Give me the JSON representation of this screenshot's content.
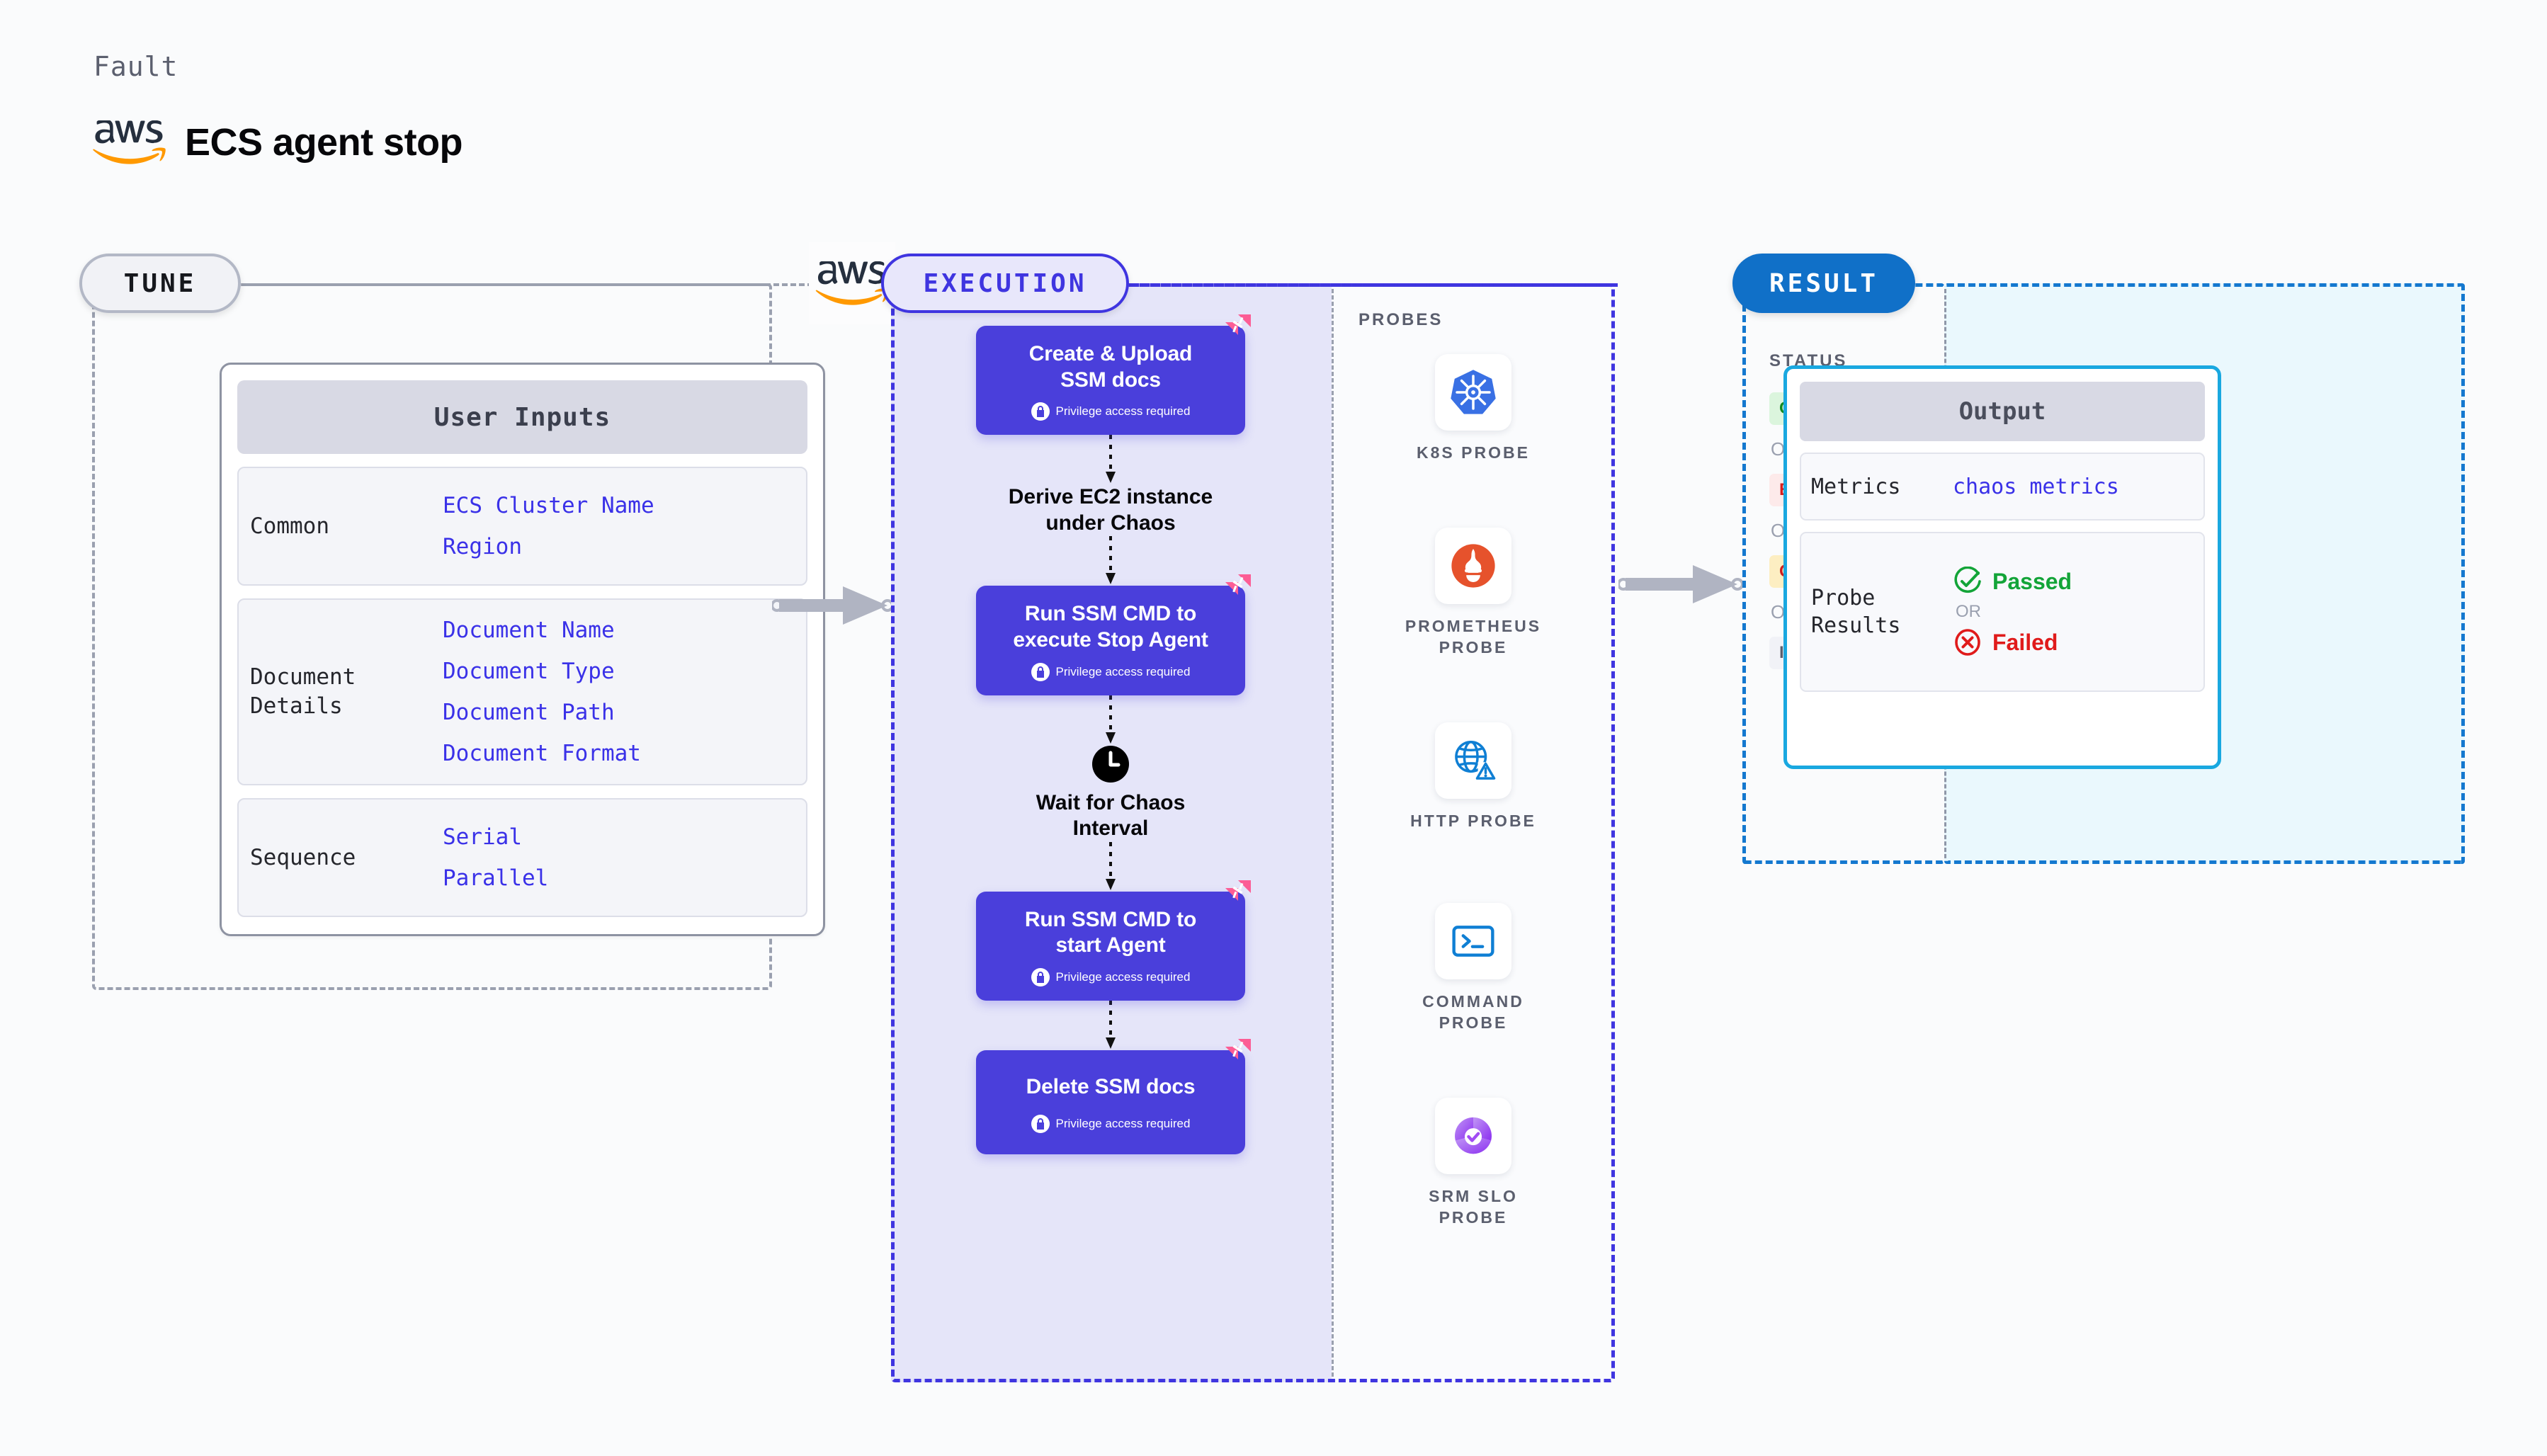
{
  "header": {
    "fault_label": "Fault",
    "provider_icon": "aws-logo",
    "title": "ECS agent stop"
  },
  "tune": {
    "badge": "TUNE",
    "provider_icon": "aws-logo",
    "user_inputs": {
      "header": "User Inputs",
      "groups": [
        {
          "name": "Common",
          "values": [
            "ECS Cluster Name",
            "Region"
          ]
        },
        {
          "name": "Document\nDetails",
          "values": [
            "Document Name",
            "Document Type",
            "Document Path",
            "Document Format"
          ]
        },
        {
          "name": "Sequence",
          "values": [
            "Serial",
            "Parallel"
          ]
        }
      ]
    }
  },
  "execution": {
    "badge": "EXECUTION",
    "privilege_note": "Privilege access required",
    "steps": [
      {
        "type": "action",
        "title_line1": "Create & Upload",
        "title_line2": "SSM docs",
        "privileged": true,
        "badge_icon": "litmus-logo"
      },
      {
        "type": "plain",
        "icon": "",
        "title_line1": "Derive EC2 instance",
        "title_line2": "under Chaos"
      },
      {
        "type": "action",
        "title_line1": "Run SSM CMD to",
        "title_line2": "execute Stop Agent",
        "privileged": true,
        "badge_icon": "litmus-logo"
      },
      {
        "type": "plain",
        "icon": "clock-icon",
        "title_line1": "Wait for Chaos",
        "title_line2": "Interval"
      },
      {
        "type": "action",
        "title_line1": "Run SSM CMD to",
        "title_line2": "start Agent",
        "privileged": true,
        "badge_icon": "litmus-logo"
      },
      {
        "type": "action",
        "title_line1": "Delete SSM docs",
        "title_line2": "",
        "privileged": true,
        "badge_icon": "litmus-logo"
      }
    ]
  },
  "probes": {
    "label": "PROBES",
    "items": [
      {
        "icon": "kubernetes-icon",
        "name_line1": "K8S  PROBE",
        "name_line2": ""
      },
      {
        "icon": "prometheus-icon",
        "name_line1": "PROMETHEUS",
        "name_line2": "PROBE"
      },
      {
        "icon": "http-globe-icon",
        "name_line1": "HTTP  PROBE",
        "name_line2": ""
      },
      {
        "icon": "terminal-icon",
        "name_line1": "COMMAND",
        "name_line2": "PROBE"
      },
      {
        "icon": "srm-slo-icon",
        "name_line1": "SRM  SLO",
        "name_line2": "PROBE"
      }
    ]
  },
  "result": {
    "badge": "RESULT",
    "status_label": "STATUS",
    "or_text": "OR",
    "statuses": [
      {
        "label": "COMPLETED",
        "bg": "#dbf5dd",
        "fg": "#138a21"
      },
      {
        "label": "ERRORED",
        "bg": "#fdeaea",
        "fg": "#d51f1f"
      },
      {
        "label": "QUEUED",
        "bg": "#fdeec2",
        "fg": "#cc1f1f"
      },
      {
        "label": "INCOMPLETED",
        "bg": "#f1f2f7",
        "fg": "#5b5f6e"
      }
    ],
    "output": {
      "header": "Output",
      "metrics_key": "Metrics",
      "metrics_value": "chaos metrics",
      "probe_results_key": "Probe\nResults",
      "passed_label": "Passed",
      "failed_label": "Failed",
      "or_text": "OR",
      "passed_icon": "check-circle-icon",
      "failed_icon": "x-circle-icon"
    }
  },
  "colors": {
    "background": "#fafbfc",
    "tune_border": "#9aa0af",
    "execution_accent": "#3f35e0",
    "execution_fill": "#e5e5f9",
    "step_fill": "#4a3fdb",
    "result_accent": "#1070c8",
    "result_fill": "#eaf8fd",
    "output_border": "#19a8e0",
    "litmus_pink": "#fc5d95",
    "value_text": "#3a31e8",
    "arrow_gray": "#b0b4c2"
  }
}
